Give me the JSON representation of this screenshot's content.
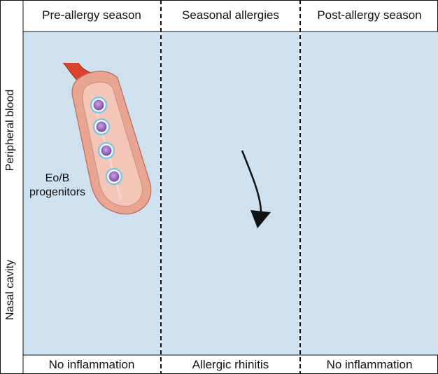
{
  "columns": [
    {
      "title": "Pre-allergy season",
      "footer": "No inflammation"
    },
    {
      "title": "Seasonal allergies",
      "footer": "Allergic rhinitis"
    },
    {
      "title": "Post-allergy season",
      "footer": "No inflammation"
    }
  ],
  "rows": {
    "top": "Peripheral blood",
    "bottom": "Nasal cavity"
  },
  "annotation": {
    "line1": "Eo/B",
    "line2": "progenitors"
  },
  "colors": {
    "panel_bg": "#cfe0ef",
    "vessel_outer": "#e8a592",
    "vessel_inner": "#f3c6b8",
    "vessel_red": "#d9452a",
    "cell_fill": "#9b6bc4",
    "cell_ring": "#7fc6e8",
    "nasal_pink": "#f2a8cf",
    "nasal_inflamed": "#e0457f",
    "bone": "#f3e7c2",
    "purple_tissue": "#8c2a86"
  }
}
